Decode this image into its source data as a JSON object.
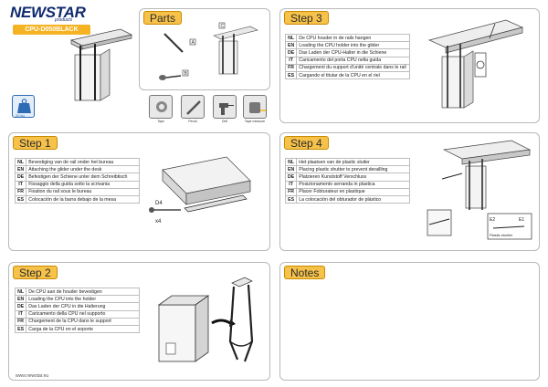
{
  "brand": {
    "name": "NEWSTAR",
    "sub": "products",
    "model": "CPU-D050BLACK",
    "weight": "20 kg",
    "website": "www.newstar.eu"
  },
  "parts": {
    "title": "Parts",
    "callouts": [
      "A",
      "B",
      "C"
    ],
    "tools": [
      {
        "icon": "tape-icon",
        "label": "Tape"
      },
      {
        "icon": "pencil-icon",
        "label": "Pencil"
      },
      {
        "icon": "drill-icon",
        "label": "Drill"
      },
      {
        "icon": "tape-measure-icon",
        "label": "Tape measure"
      }
    ]
  },
  "steps": [
    {
      "title": "Step 1",
      "rows": [
        {
          "code": "NL",
          "text": "Bevestiging van de rail onder het bureau"
        },
        {
          "code": "EN",
          "text": "Attaching the glider under the desk"
        },
        {
          "code": "DE",
          "text": "Befestigen der Schiene unter dem Schreibtisch"
        },
        {
          "code": "IT",
          "text": "Fissaggio della guida sotto la scrivania"
        },
        {
          "code": "FR",
          "text": "Fixation du rail sous le bureau"
        },
        {
          "code": "ES",
          "text": "Colocación de la barra debajo de la mesa"
        }
      ],
      "callout": "D4",
      "qty": "x4"
    },
    {
      "title": "Step 2",
      "rows": [
        {
          "code": "NL",
          "text": "De CPU aan de houder bevestigen"
        },
        {
          "code": "EN",
          "text": "Loading the CPU into the holder"
        },
        {
          "code": "DE",
          "text": "Das Laden der CPU in die Halterung"
        },
        {
          "code": "IT",
          "text": "Caricamento della CPU nel supporto"
        },
        {
          "code": "FR",
          "text": "Chargement de la CPU dans le support"
        },
        {
          "code": "ES",
          "text": "Carga de la CPU en el soporte"
        }
      ]
    },
    {
      "title": "Step 3",
      "rows": [
        {
          "code": "NL",
          "text": "De CPU houder in de rails hangen"
        },
        {
          "code": "EN",
          "text": "Loading the CPU holder into the glider"
        },
        {
          "code": "DE",
          "text": "Das Laden der CPU-Halter in die Schiene"
        },
        {
          "code": "IT",
          "text": "Caricamento del porta CPU nella guida"
        },
        {
          "code": "FR",
          "text": "Chargement du support d'unité centrale dans le rail"
        },
        {
          "code": "ES",
          "text": "Cargando el titular de la CPU en el riel"
        }
      ]
    },
    {
      "title": "Step 4",
      "rows": [
        {
          "code": "NL",
          "text": "Het plaatsen van de plastic sluiter"
        },
        {
          "code": "EN",
          "text": "Placing plastic shutter to prevent derailling"
        },
        {
          "code": "DE",
          "text": "Platzieren Kunststoff Verschluss"
        },
        {
          "code": "IT",
          "text": "Posizionamento serranda in plastica"
        },
        {
          "code": "FR",
          "text": "Placer Fobturateur en plastique"
        },
        {
          "code": "ES",
          "text": "La colocación del obturador de plástico"
        }
      ],
      "callouts": [
        "E1",
        "E2"
      ],
      "detail_label": "Plastic shutter"
    }
  ],
  "notes": {
    "title": "Notes"
  },
  "colors": {
    "accent": "#f6c24a",
    "brand": "#0f2a6e",
    "border": "#b9b9b9"
  }
}
